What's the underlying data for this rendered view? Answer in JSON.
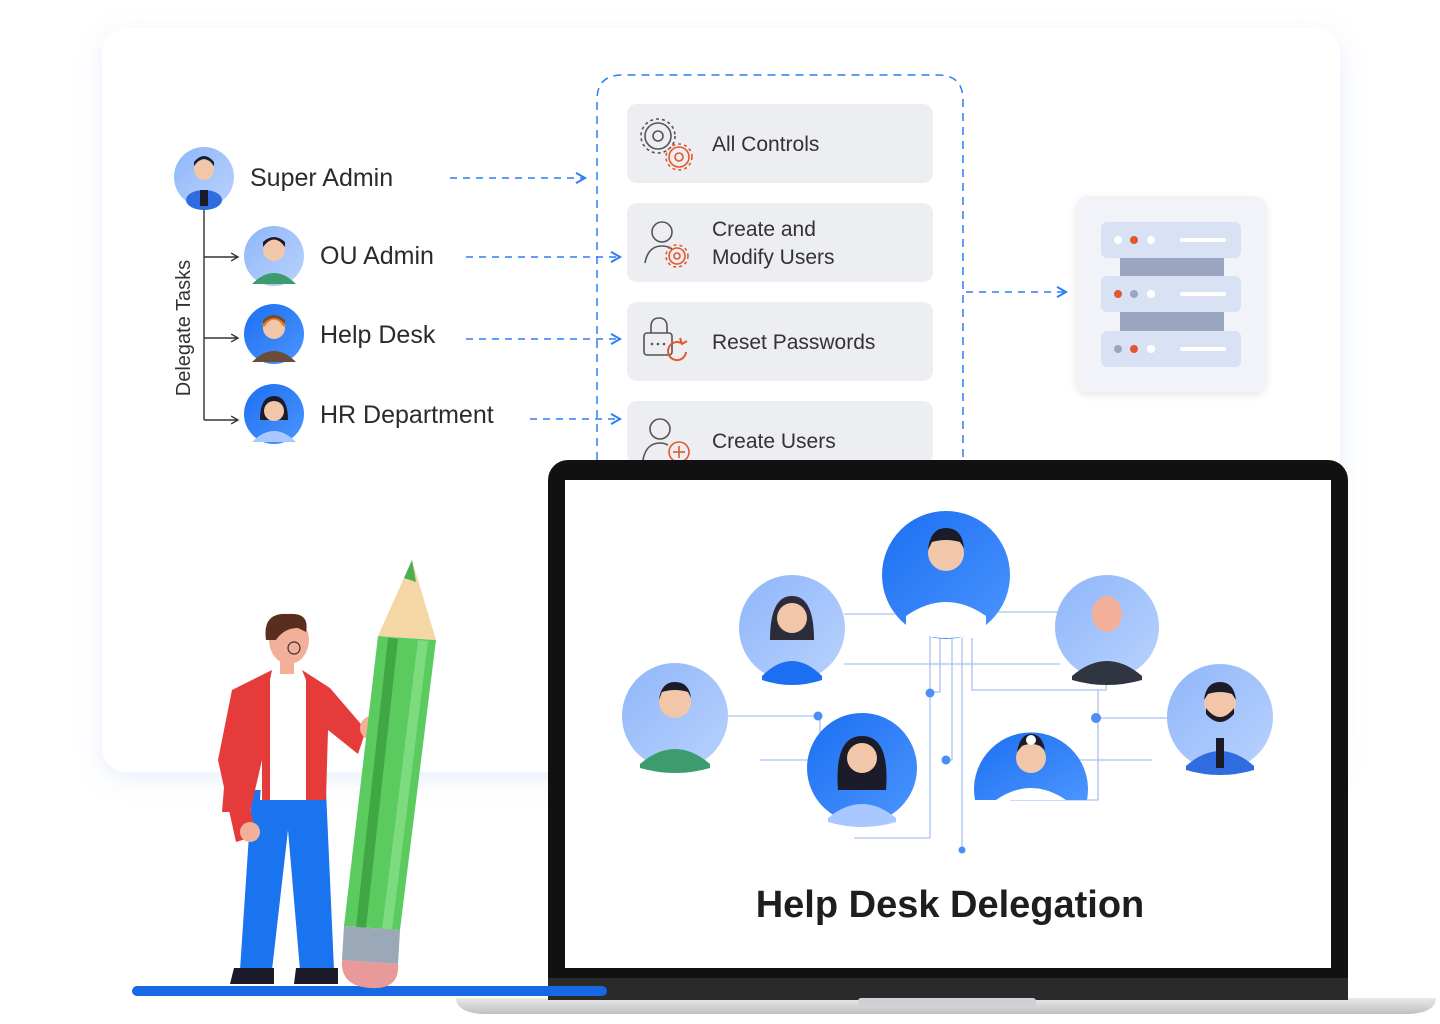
{
  "delegation_diagram": {
    "vertical_label": "Delegate Tasks",
    "roles": [
      {
        "id": "super-admin",
        "label": "Super Admin",
        "avatar": "super-admin-avatar"
      },
      {
        "id": "ou-admin",
        "label": "OU Admin",
        "avatar": "ou-admin-avatar"
      },
      {
        "id": "help-desk",
        "label": "Help Desk",
        "avatar": "help-desk-avatar"
      },
      {
        "id": "hr-department",
        "label": "HR Department",
        "avatar": "hr-department-avatar"
      }
    ],
    "permissions": [
      {
        "id": "all-controls",
        "lines": [
          "All Controls"
        ],
        "icon": "gears-icon"
      },
      {
        "id": "create-modify-users",
        "lines": [
          "Create and",
          "Modify Users"
        ],
        "icon": "user-gear-icon"
      },
      {
        "id": "reset-passwords",
        "lines": [
          "Reset Passwords"
        ],
        "icon": "lock-refresh-icon"
      },
      {
        "id": "create-users",
        "lines": [
          "Create Users"
        ],
        "icon": "user-plus-icon"
      }
    ],
    "server_icon": "server-stack-icon"
  },
  "laptop": {
    "caption": "Help Desk Delegation",
    "people": [
      "person-avatar",
      "person-avatar",
      "person-avatar",
      "person-avatar",
      "person-avatar",
      "person-avatar",
      "person-avatar"
    ]
  },
  "illustration": {
    "person": "person-with-pencil",
    "pencil": "pencil-icon"
  },
  "colors": {
    "accent_blue": "#2F7FF5",
    "dashed_line": "#2F7FF5",
    "card_bg": "#EDEEF2",
    "icon_orange": "#E4572E",
    "panel_bg": "#FFFFFF",
    "laptop_frame": "#111111"
  }
}
